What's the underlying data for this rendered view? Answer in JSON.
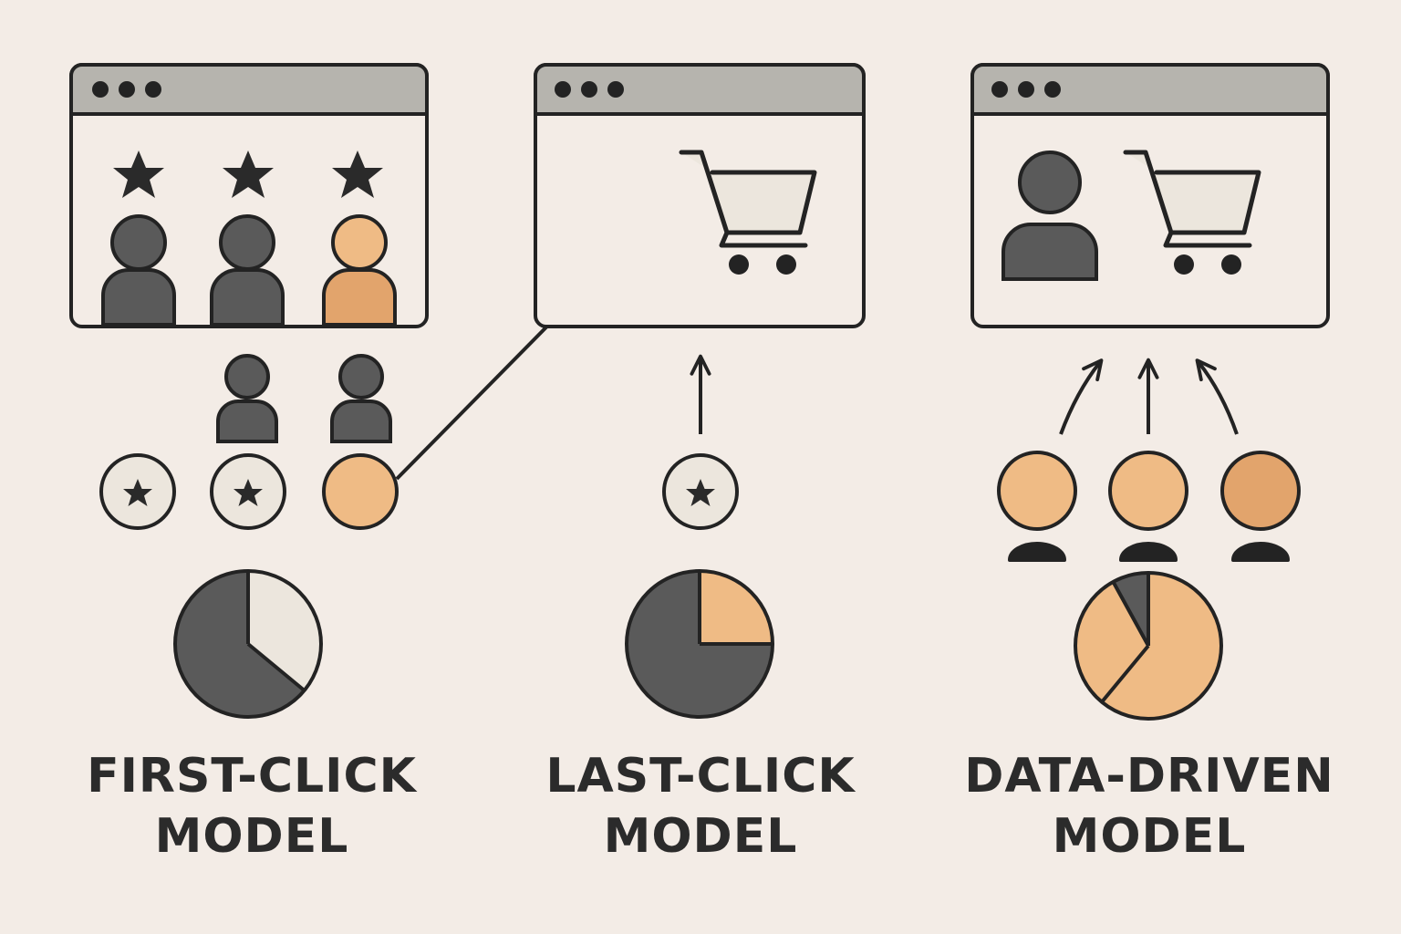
{
  "palette": {
    "background": "#f3ece6",
    "outline": "#232323",
    "dark_gray": "#5a5a5a",
    "light_cream": "#ece6dd",
    "orange": "#efbb85",
    "orange_deep": "#e2a46c",
    "titlebar_gray": "#b6b4ae"
  },
  "models": [
    {
      "name_line1": "FIRST-CLICK",
      "name_line2": "MODEL",
      "window_icons": [
        "star-icon",
        "person-icon",
        "person-icon-highlighted"
      ],
      "touchpoints": [
        "star-badge",
        "star-badge",
        "orange-circle"
      ],
      "pie_highlight_share": 0.36
    },
    {
      "name_line1": "LAST-CLICK",
      "name_line2": "MODEL",
      "window_icons": [
        "shopping-cart-icon"
      ],
      "touchpoints": [
        "star-badge"
      ],
      "pie_highlight_share": 0.25
    },
    {
      "name_line1": "DATA-DRIVEN",
      "name_line2": "MODEL",
      "window_icons": [
        "person-icon",
        "shopping-cart-icon"
      ],
      "touchpoints": [
        "orange-circle",
        "orange-circle",
        "orange-circle"
      ],
      "pie_highlight_share": 0.92
    }
  ]
}
